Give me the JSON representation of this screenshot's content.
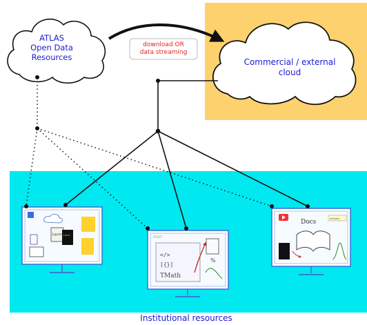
{
  "title": "ATLAS Open Data access architecture",
  "colors": {
    "commercial_region": "#fdd26e",
    "institutional_region": "#00e8f0",
    "label_blue": "#1a1ad6",
    "label_red": "#e32222",
    "monitor_frame": "#3a6fd0"
  },
  "nodes": {
    "atlas_cloud": {
      "line1": "ATLAS",
      "line2": "Open Data",
      "line3": "Resources"
    },
    "commercial_cloud": {
      "line1": "Commercial / external",
      "line2": "cloud"
    },
    "institutional": {
      "label": "Institutional resources"
    }
  },
  "edges": {
    "transfer": {
      "line1": "download OR",
      "line2": "data streaming"
    }
  },
  "monitors": [
    {
      "id": "left",
      "screen_text": [
        "Jupyter",
        "Linux"
      ]
    },
    {
      "id": "center",
      "screen_text": [
        "ROOT",
        "TMath",
        "</>",
        "[{}]",
        "%"
      ]
    },
    {
      "id": "right",
      "screen_text": [
        "Docs",
        "analysis"
      ]
    }
  ]
}
